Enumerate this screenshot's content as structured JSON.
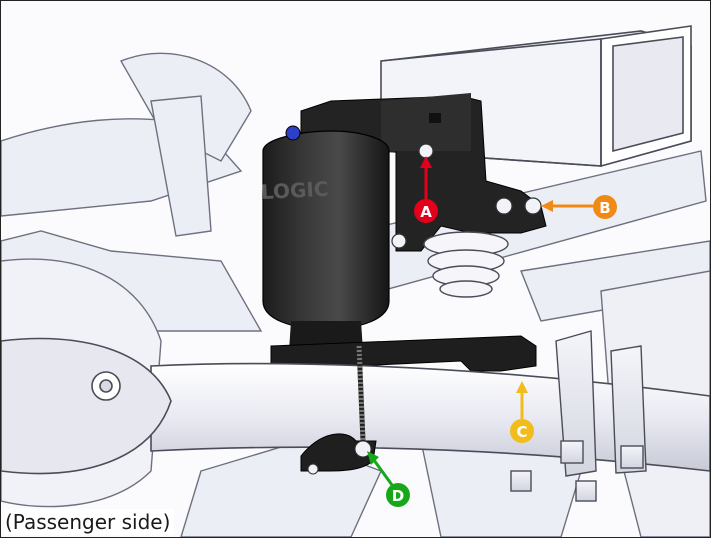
{
  "caption": "(Passenger side)",
  "brand_mark": "LOGIC",
  "callouts": [
    {
      "id": "a",
      "letter": "A",
      "color": "#e4001b"
    },
    {
      "id": "b",
      "letter": "B",
      "color": "#f08a14"
    },
    {
      "id": "c",
      "letter": "C",
      "color": "#f2bc1a"
    },
    {
      "id": "d",
      "letter": "D",
      "color": "#17a81a"
    }
  ]
}
